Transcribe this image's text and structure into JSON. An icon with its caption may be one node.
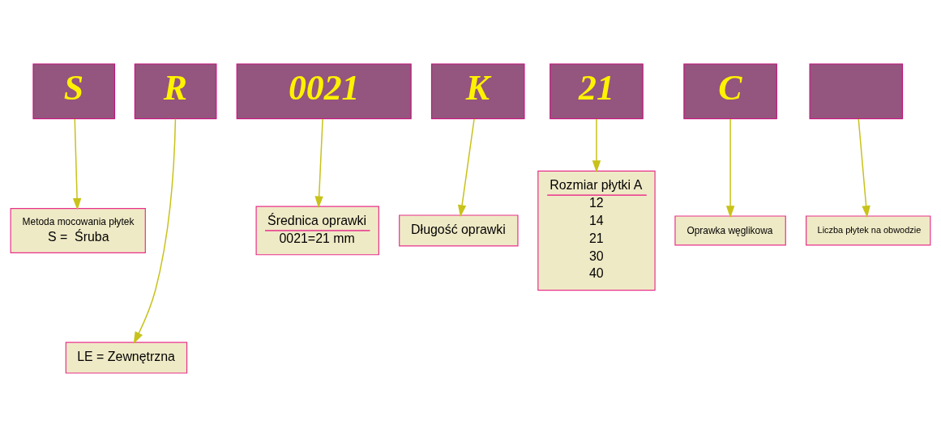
{
  "diagram": {
    "nodes": [
      {
        "text": [
          "S"
        ]
      },
      {
        "text": [
          "R"
        ]
      },
      {
        "text": [
          "0021"
        ]
      },
      {
        "text": [
          "K"
        ]
      },
      {
        "text": [
          "21"
        ]
      },
      {
        "text": [
          "C"
        ]
      },
      {
        "text": [],
        "shape": "box"
      },
      {
        "text": [
          "Metoda mocowania płytek",
          "S =  Śruba"
        ]
      },
      {
        "text": [
          "Średnica oprawki",
          "0021=21 mm"
        ]
      },
      {
        "text": [
          "Długość oprawki"
        ]
      },
      {
        "text": [
          "Rozmiar płytki A",
          "12",
          "14",
          "21",
          "30",
          "40"
        ]
      },
      {
        "text": [
          "Oprawka węglikowa"
        ]
      },
      {
        "text": [
          "Liczba płytek na obwodzie"
        ]
      },
      {
        "text": [
          "LE = Zewnętrzna"
        ]
      }
    ],
    "edges": [
      {
        "from": 0,
        "to": 7,
        "arrow": "to"
      },
      {
        "from": 1,
        "to": 13,
        "arrow": "to"
      },
      {
        "from": 2,
        "to": 8,
        "arrow": "to"
      },
      {
        "from": 3,
        "to": 9,
        "arrow": "to"
      },
      {
        "from": 4,
        "to": 10,
        "arrow": "to"
      },
      {
        "from": 5,
        "to": 11,
        "arrow": "to"
      },
      {
        "from": 6,
        "to": 12,
        "arrow": "to"
      }
    ]
  }
}
